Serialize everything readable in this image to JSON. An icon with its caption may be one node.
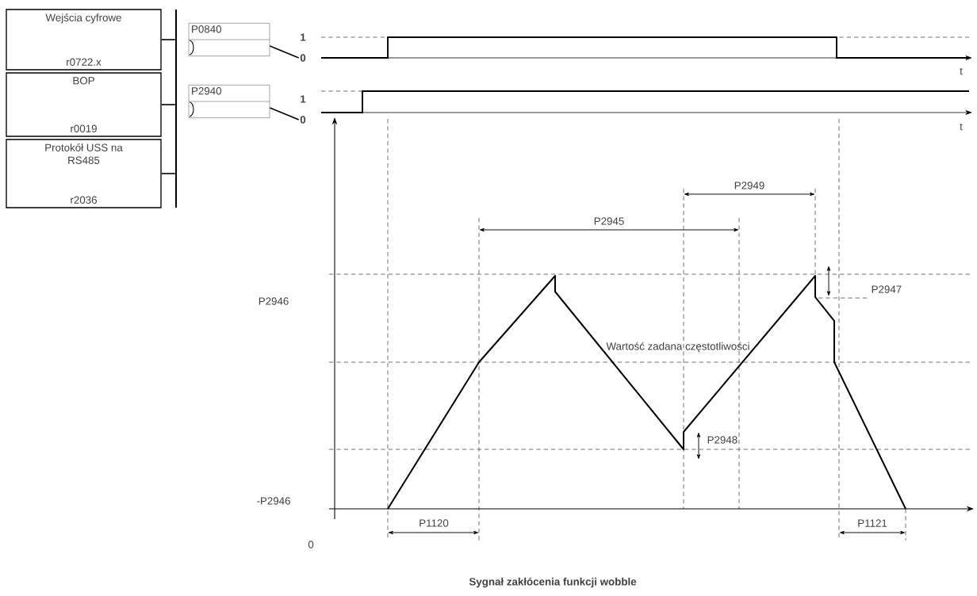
{
  "diagram": {
    "caption": "Sygnał zakłócenia funkcji wobble",
    "nodes": [
      {
        "text": [
          "Wejścia cyfrowe",
          "r0722.x"
        ]
      },
      {
        "text": [
          "BOP",
          "r0019"
        ]
      },
      {
        "text": [
          "Protokół USS na RS485",
          "r2036"
        ]
      },
      {
        "text": [
          "P0840"
        ]
      },
      {
        "text": [
          "P2940"
        ]
      },
      {
        "text": [],
        "shape": "bar"
      },
      {
        "text": [
          "0"
        ]
      },
      {
        "text": [
          "0"
        ]
      }
    ],
    "edges": [
      {
        "from": 0,
        "to": 5,
        "arrow": "none"
      },
      {
        "from": 1,
        "to": 5,
        "arrow": "none"
      },
      {
        "from": 2,
        "to": 5,
        "arrow": "none"
      },
      {
        "from": 3,
        "to": 6,
        "arrow": "none"
      },
      {
        "from": 4,
        "to": 7,
        "arrow": "none"
      }
    ],
    "labels": [
      "1",
      "t",
      "1",
      "t",
      "P2949",
      "P2945",
      "P2946",
      "P2947",
      "Wartość zadana częstotliwości",
      "P2948",
      "-P2946",
      "P1120",
      "P1121",
      "0"
    ]
  }
}
